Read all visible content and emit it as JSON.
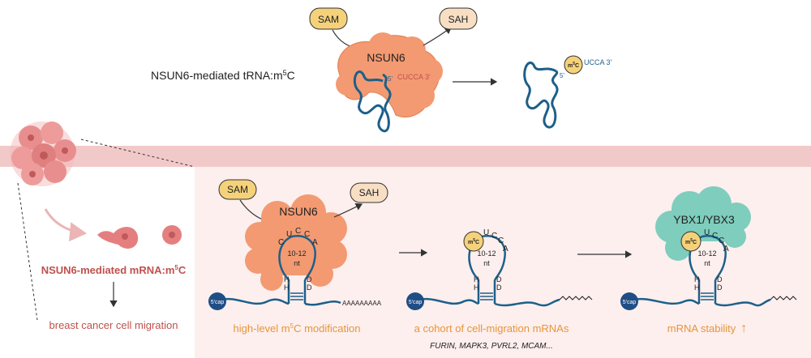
{
  "top": {
    "title_prefix": "NSUN6-mediated tRNA:m",
    "title_sup": "5",
    "title_suffix": "C",
    "sam": "SAM",
    "sah": "SAH",
    "enzyme": "NSUN6",
    "seq_before": "CUCCA 3'",
    "seq_after": "UCCA 3'",
    "five_prime": "5'",
    "m5c_base": "m",
    "m5c_sup": "5",
    "m5c_c": "C"
  },
  "left": {
    "label_prefix": "NSUN6-mediated mRNA:m",
    "label_sup": "5",
    "label_suffix": "C",
    "outcome": "breast cancer cell migration"
  },
  "panel1": {
    "sam": "SAM",
    "sah": "SAH",
    "enzyme": "NSUN6",
    "loop_letters": [
      "C",
      "U",
      "C",
      "C",
      "A"
    ],
    "loop_size": "10-12",
    "loop_unit": "nt",
    "stem_left": [
      "H",
      "H"
    ],
    "stem_right": [
      "D",
      "D"
    ],
    "cap": "5'cap",
    "polya": "AAAAAAAAA",
    "caption_prefix": "high-level m",
    "caption_sup": "5",
    "caption_suffix": "C modification"
  },
  "panel2": {
    "loop_letters": [
      "U",
      "C",
      "C",
      "A"
    ],
    "loop_size": "10-12",
    "loop_unit": "nt",
    "stem_left": [
      "H",
      "H"
    ],
    "stem_right": [
      "D",
      "D"
    ],
    "cap": "5'cap",
    "caption": "a cohort of cell-migration mRNAs",
    "genes": "FURIN, MAPK3, PVRL2, MCAM..."
  },
  "panel3": {
    "reader": "YBX1/YBX3",
    "loop_letters": [
      "U",
      "C",
      "C",
      "A"
    ],
    "loop_size": "10-12",
    "loop_unit": "nt",
    "stem_left": [
      "H",
      "H"
    ],
    "stem_right": [
      "D",
      "D"
    ],
    "cap": "5'cap",
    "caption": "mRNA stability",
    "up_arrow": "↑"
  },
  "colors": {
    "band": "#f2c9c9",
    "panel": "#fcefee",
    "enzyme": "#f39a72",
    "reader": "#7ecdbd",
    "badge": "#f5d27a",
    "strand": "#1d5f8a",
    "cap": "#1f4e86",
    "caption": "#e8943a",
    "left_label": "#c0504d"
  }
}
